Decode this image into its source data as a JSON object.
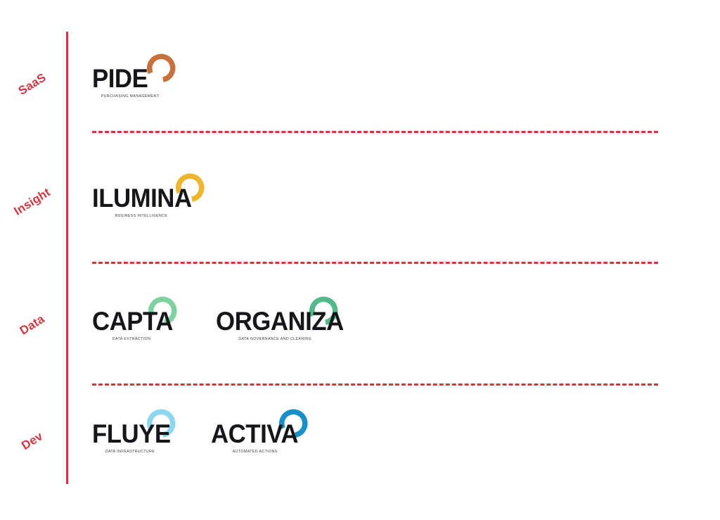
{
  "diagram": {
    "type": "tiered-product-stack",
    "axis_color": "#cf3843",
    "divider_color": "#cf3843",
    "background": "#ffffff",
    "tiers": [
      {
        "id": "saas",
        "label": "SaaS",
        "products": [
          {
            "key": "pide",
            "name": "PIDE",
            "tagline": "PURCHASING MANAGEMENT",
            "arc_color": "#c8713c",
            "icon": "open-ring-icon"
          }
        ]
      },
      {
        "id": "insight",
        "label": "Insight",
        "products": [
          {
            "key": "ilumina",
            "name": "ILUMINA",
            "tagline": "BUSINESS INTELLIGENCE",
            "arc_color": "#eab game",
            "icon": "open-ring-icon"
          }
        ]
      },
      {
        "id": "data",
        "label": "Data",
        "products": [
          {
            "key": "capta",
            "name": "CAPTA",
            "tagline": "DATA EXTRACTION",
            "arc_color": "#7fd1a0",
            "icon": "open-ring-icon"
          },
          {
            "key": "organiza",
            "name": "ORGANIZA",
            "tagline": "DATA GOVERNANCE AND CLEANING",
            "arc_color": "#53b98a",
            "icon": "open-ring-icon"
          }
        ]
      },
      {
        "id": "dev",
        "label": "Dev",
        "products": [
          {
            "key": "fluye",
            "name": "FLUYE",
            "tagline": "DATA INFRASTRUCTURE",
            "arc_color": "#8ed8ef",
            "icon": "open-ring-icon"
          },
          {
            "key": "activa",
            "name": "ACTIVA",
            "tagline": "AUTOMATED ACTIONS",
            "arc_color": "#1790c8",
            "icon": "open-ring-icon"
          }
        ]
      }
    ]
  }
}
